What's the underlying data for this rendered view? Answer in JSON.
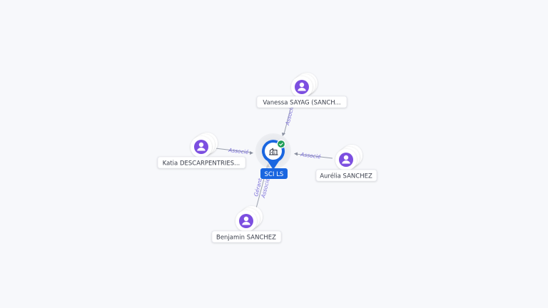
{
  "diagram": {
    "center": {
      "label": "SCI LS",
      "icon": "building-icon",
      "badge": "check-badge-icon",
      "accent": "#1a66e0",
      "badge_color": "#1f9d57"
    },
    "people": [
      {
        "id": "vanessa",
        "label": "Vanessa SAYAG (SANCH...",
        "relation": "Associé"
      },
      {
        "id": "katia",
        "label": "Katia DESCARPENTRIES...",
        "relation": "Associé"
      },
      {
        "id": "aurelia",
        "label": "Aurélia SANCHEZ",
        "relation": "Associé"
      },
      {
        "id": "benjamin",
        "label": "Benjamin SANCHEZ",
        "relation": "Gérant\nAssocié"
      }
    ],
    "person_icon": "person-icon",
    "person_color": "#7c4fe0"
  }
}
